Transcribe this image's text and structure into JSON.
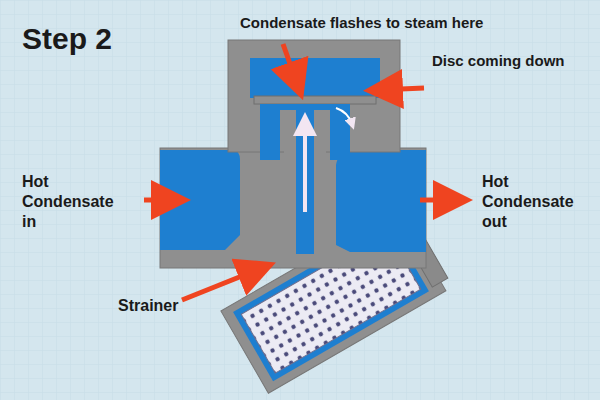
{
  "diagram": {
    "title": "Step 2",
    "labels": [
      "Condensate flashes to steam here",
      "Disc coming down",
      "Hot Condensate in",
      "Hot Condensate out",
      "Strainer"
    ]
  }
}
